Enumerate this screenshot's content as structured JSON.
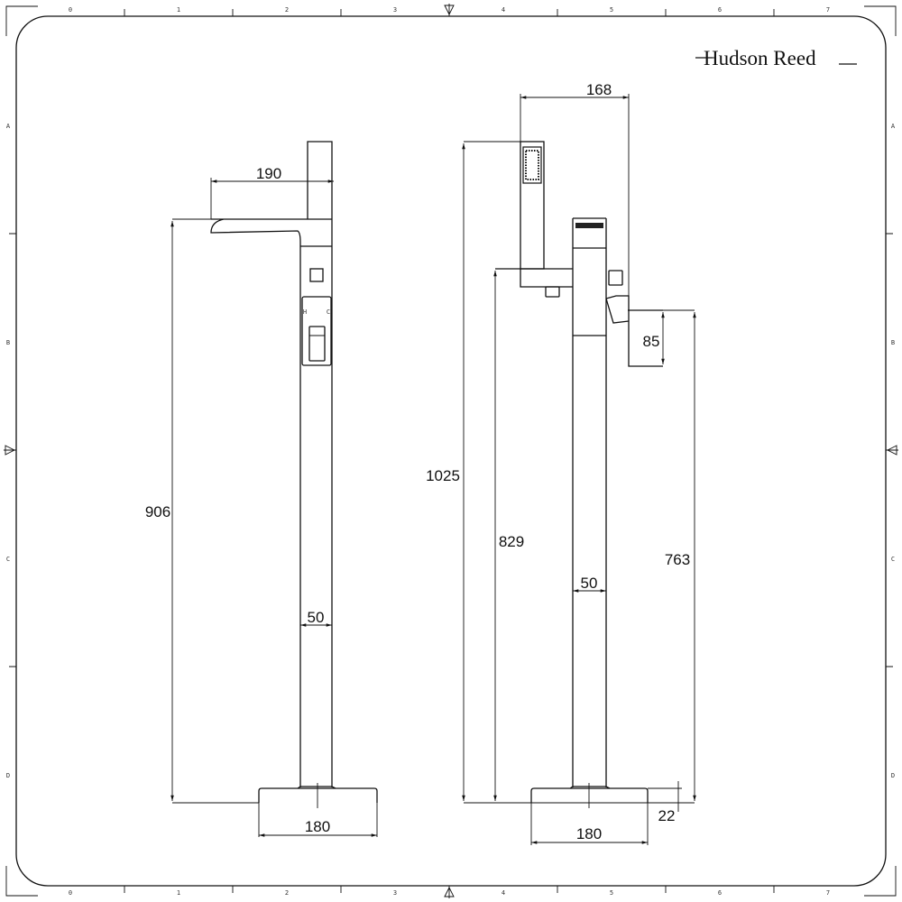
{
  "brand": "Hudson Reed",
  "grid": {
    "columns": [
      "0",
      "1",
      "2",
      "3",
      "4",
      "5",
      "6",
      "7"
    ],
    "rows": [
      "A",
      "B",
      "C",
      "D"
    ]
  },
  "left_view": {
    "spout_reach": "190",
    "height": "906",
    "column_width": "50",
    "base_width": "180",
    "control_labels": [
      "H",
      "C"
    ]
  },
  "right_view": {
    "handset_offset": "168",
    "total_height": "1025",
    "holder_height": "829",
    "lever_height": "85",
    "lever_base_height": "763",
    "column_width": "50",
    "base_width": "180",
    "base_thickness": "22"
  }
}
